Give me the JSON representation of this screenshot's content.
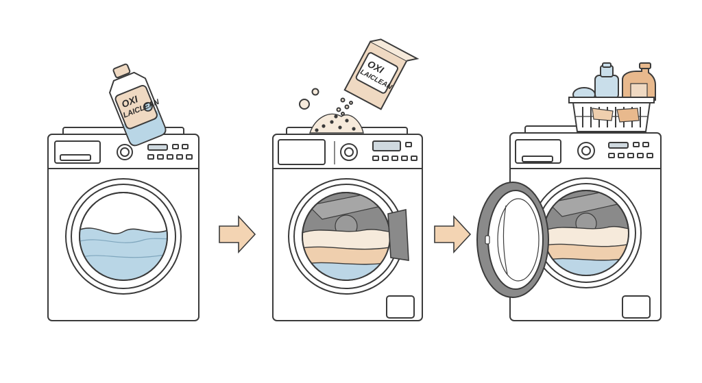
{
  "diagram": {
    "steps": [
      {
        "id": "step-1",
        "product": {
          "line1": "OXI",
          "line2": "LAICLEAN"
        }
      },
      {
        "id": "step-2",
        "product": {
          "line1": "OXI",
          "line2": "LAICLEAN"
        }
      },
      {
        "id": "step-3"
      }
    ],
    "arrow_count": 2
  },
  "colors": {
    "outline": "#3a3a3a",
    "water": "#b9d6e6",
    "label_tan": "#efd9c2",
    "arrow_fill": "#f3d4b3",
    "drum_gray": "#8a8a8a",
    "laundry_cream": "#f6eadb",
    "laundry_peach": "#efcfae",
    "laundry_blue": "#bcd6e6",
    "bottle_blue": "#c9deea",
    "bottle_tan": "#e8b98d"
  }
}
